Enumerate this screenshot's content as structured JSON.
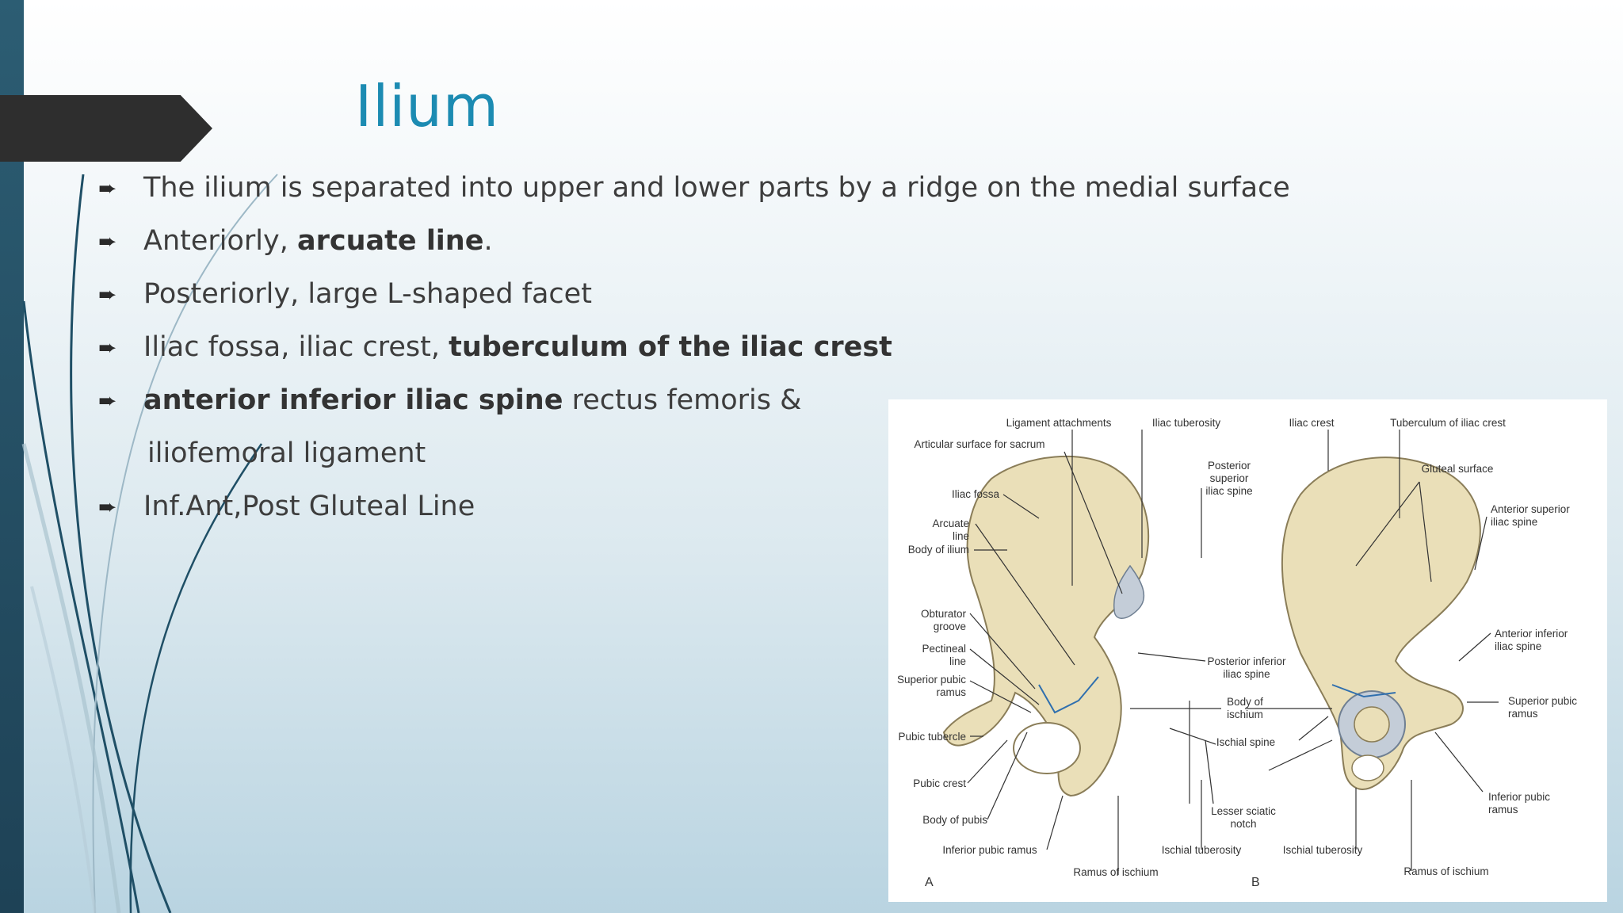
{
  "slide": {
    "title": "Ilium",
    "bullets": [
      {
        "glyph": "➨",
        "parts": [
          {
            "text": "The ilium is separated into upper and lower parts by a ridge on the medial surface"
          }
        ]
      },
      {
        "glyph": "➨",
        "parts": [
          {
            "text": "Anteriorly, "
          },
          {
            "text": "arcuate line",
            "bold": true
          },
          {
            "text": "."
          }
        ]
      },
      {
        "glyph": "➨",
        "parts": [
          {
            "text": "Posteriorly, large L-shaped facet"
          }
        ]
      },
      {
        "glyph": "➨",
        "parts": [
          {
            "text": "Iliac fossa, iliac crest, "
          },
          {
            "text": "tuberculum of the iliac crest",
            "bold": true
          }
        ]
      },
      {
        "glyph": "➨",
        "parts": [
          {
            "text": "anterior inferior iliac spine",
            "bold": true
          },
          {
            "text": " rectus femoris &"
          }
        ]
      },
      {
        "glyph": "",
        "continuation": true,
        "parts": [
          {
            "text": "iliofemoral ligament"
          }
        ]
      },
      {
        "glyph": "➨",
        "parts": [
          {
            "text": "Inf.Ant,Post Gluteal Line"
          }
        ]
      }
    ]
  },
  "figure": {
    "panel_a": "A",
    "panel_b": "B",
    "labels_a": {
      "ligament_attachments": "Ligament attachments",
      "iliac_tuberosity": "Iliac tuberosity",
      "articular_surface": "Articular surface for sacrum",
      "posterior_superior_1": "Posterior",
      "posterior_superior_2": "superior",
      "posterior_superior_3": "iliac spine",
      "iliac_fossa": "Iliac fossa",
      "arcuate_1": "Arcuate",
      "arcuate_2": "line",
      "body_ilium": "Body of ilium",
      "obturator_1": "Obturator",
      "obturator_2": "groove",
      "pectineal_1": "Pectineal",
      "pectineal_2": "line",
      "sup_pubic_1": "Superior pubic",
      "sup_pubic_2": "ramus",
      "pubic_tubercle": "Pubic tubercle",
      "pubic_crest": "Pubic crest",
      "body_pubis": "Body of pubis",
      "inf_pubic_ramus": "Inferior pubic ramus",
      "ischial_tuberosity": "Ischial tuberosity",
      "ramus_ischium": "Ramus of ischium",
      "post_inf_1": "Posterior inferior",
      "post_inf_2": "iliac spine",
      "body_ischium_1": "Body of",
      "body_ischium_2": "ischium",
      "ischial_spine": "Ischial spine",
      "lesser_sciatic_1": "Lesser sciatic",
      "lesser_sciatic_2": "notch"
    },
    "labels_b": {
      "iliac_crest": "Iliac crest",
      "tuberculum": "Tuberculum of iliac crest",
      "gluteal_surface": "Gluteal surface",
      "asis_1": "Anterior superior",
      "asis_2": "iliac spine",
      "aiis_1": "Anterior inferior",
      "aiis_2": "iliac spine",
      "sup_pubic_1": "Superior pubic",
      "sup_pubic_2": "ramus",
      "inf_pubic_1": "Inferior pubic",
      "inf_pubic_2": "ramus",
      "ischial_tuberosity": "Ischial tuberosity",
      "ramus_ischium": "Ramus of ischium"
    }
  }
}
